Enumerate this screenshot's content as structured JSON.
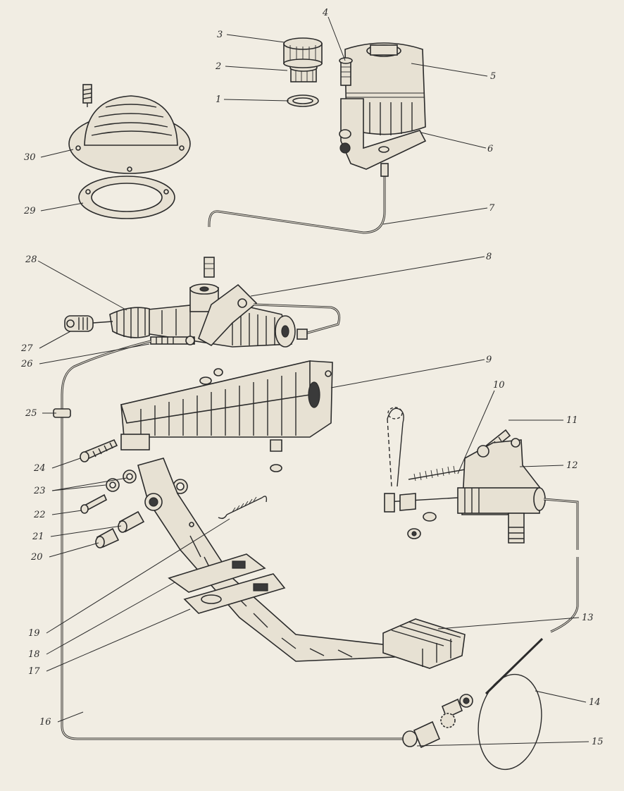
{
  "callouts": [
    "1",
    "2",
    "3",
    "4",
    "5",
    "6",
    "7",
    "8",
    "9",
    "10",
    "11",
    "12",
    "13",
    "14",
    "15",
    "16",
    "17",
    "18",
    "19",
    "20",
    "21",
    "22",
    "23",
    "24",
    "25",
    "26",
    "27",
    "28",
    "29",
    "30"
  ],
  "colors": {
    "paper": "#f1ede3",
    "ink": "#2b2b2b",
    "fill": "#e7e1d3"
  }
}
